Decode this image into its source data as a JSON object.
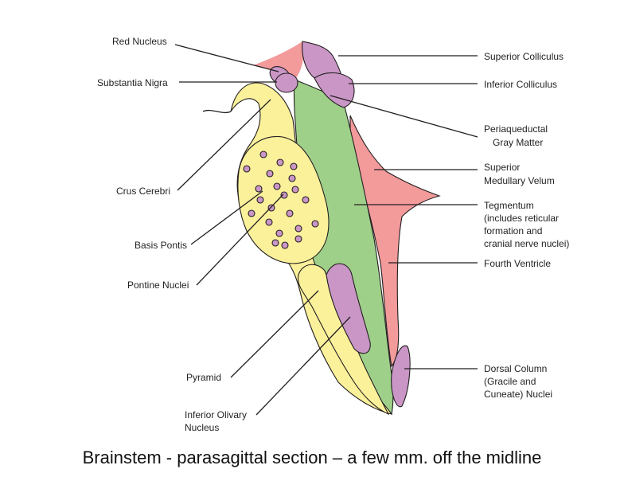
{
  "labels": {
    "red_nucleus": "Red Nucleus",
    "substantia_nigra": "Substantia Nigra",
    "crus_cerebri": "Crus Cerebri",
    "basis_pontis": "Basis Pontis",
    "pontine_nuclei": "Pontine Nuclei",
    "pyramid": "Pyramid",
    "inferior_olivary_1": "Inferior Olivary",
    "inferior_olivary_2": "Nucleus",
    "superior_colliculus": "Superior Colliculus",
    "inferior_colliculus": "Inferior Colliculus",
    "periaqueductal_1": "Periaqueductal",
    "periaqueductal_2": "Gray Matter",
    "superior_medullary_1": "Superior",
    "superior_medullary_2": "Medullary Velum",
    "tegmentum_1": "Tegmentum",
    "tegmentum_2": "(includes reticular",
    "tegmentum_3": "formation and",
    "tegmentum_4": "cranial nerve nuclei)",
    "fourth_ventricle": "Fourth Ventricle",
    "dorsal_column_1": "Dorsal Column",
    "dorsal_column_2": "(Gracile and",
    "dorsal_column_3": "Cuneate) Nuclei"
  },
  "caption": "Brainstem - parasagittal section – a few mm. off the midline",
  "colors": {
    "yellow": "#fbf19b",
    "green": "#9fd08a",
    "pink": "#f39a9b",
    "purple": "#c996c6",
    "outline": "#231f20"
  }
}
